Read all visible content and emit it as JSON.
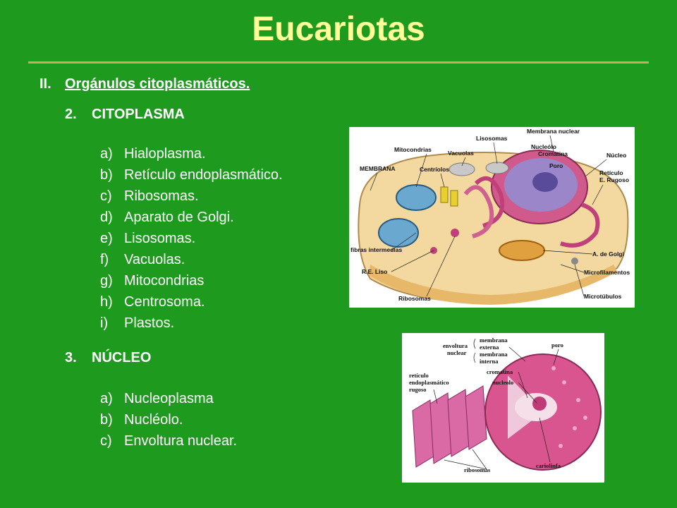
{
  "title": "Eucariotas",
  "section": {
    "numeral": "II.",
    "label": "Orgánulos citoplasmáticos."
  },
  "citoplasma": {
    "number": "2.",
    "heading": "CITOPLASMA",
    "items": [
      {
        "letter": "a)",
        "text": "Hialoplasma."
      },
      {
        "letter": "b)",
        "text": "Retículo endoplasmático."
      },
      {
        "letter": "c)",
        "text": "Ribosomas."
      },
      {
        "letter": "d)",
        "text": "Aparato de Golgi."
      },
      {
        "letter": "e)",
        "text": "Lisosomas."
      },
      {
        "letter": "f)",
        "text": "Vacuolas."
      },
      {
        "letter": "g)",
        "text": "Mitocondrias"
      },
      {
        "letter": "h)",
        "text": "Centrosoma."
      },
      {
        "letter": "i)",
        "text": "Plastos."
      }
    ]
  },
  "nucleo": {
    "number": "3.",
    "heading": "NÚCLEO",
    "items": [
      {
        "letter": "a)",
        "text": "Nucleoplasma"
      },
      {
        "letter": "b)",
        "text": "Nucléolo."
      },
      {
        "letter": "c)",
        "text": "Envoltura nuclear."
      }
    ]
  },
  "cell_diagram": {
    "labels": {
      "membrana_nuclear": "Membrana nuclear",
      "lisosomas": "Lisosomas",
      "mitocondrias": "Mitocondrias",
      "vacuolas": "Vacuolas",
      "nucleolo": "Nucleólo",
      "cromatina": "Cromatina",
      "nucleo": "Núcleo",
      "membrana": "MEMBRANA",
      "centriolos": "Centríolos",
      "poro": "Poro",
      "reticulo_1": "Retículo",
      "reticulo_2": "E. Rugoso",
      "fibras": "fibras intermedias",
      "golgi": "A. de Golgi",
      "re_liso": "R.E. Liso",
      "microfilamentos": "Microfilamentos",
      "ribosomas": "Ribosomas",
      "microtubulos": "Microtúbulos"
    }
  },
  "nucleus_diagram": {
    "labels": {
      "envoltura_1": "envoltura",
      "envoltura_2": "nuclear",
      "membrana_1": "membrana",
      "membrana_2": "externa",
      "membrana_3": "membrana",
      "membrana_4": "interna",
      "poro": "poro",
      "cromatina": "cromatina",
      "reticulo_1": "retículo",
      "reticulo_2": "endoplasmático",
      "reticulo_3": "rugoso",
      "nucleolo": "nucleolo",
      "ribosomas": "ribosomas",
      "cariolinfa": "cariolinfa"
    }
  }
}
